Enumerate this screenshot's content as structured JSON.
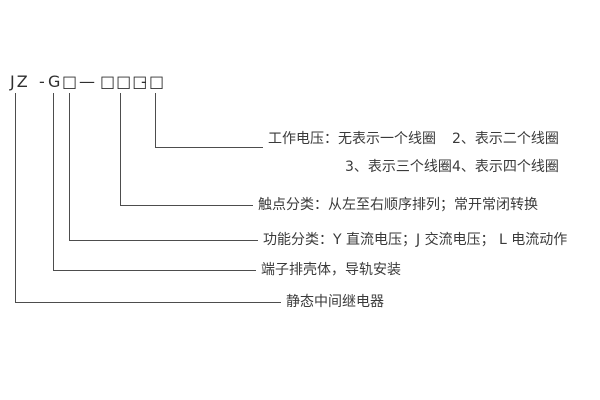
{
  "diagram_title": "model designation explanation",
  "code": {
    "segments": [
      "JZ",
      "-",
      "G",
      "□",
      "—",
      "□□□",
      "-",
      "□"
    ]
  },
  "labels": {
    "working_voltage": {
      "title_part": "工作电压：无表示一个线圈",
      "opt2": "2、表示二个线圈",
      "opt3": "3、表示三个线圈",
      "opt4": "4、表示四个线圈"
    },
    "contact_category": "触点分类：从左至右顺序排列；常开常闭转换",
    "function_category": "功能分类：Y 直流电压；J 交流电压； L 电流动作",
    "terminal_housing": "端子排壳体，导轨安装",
    "relay_type": "静态中间继电器"
  },
  "colors": {
    "line": "#4d4d4d",
    "text": "#3a3a3a",
    "background": "#ffffff"
  }
}
